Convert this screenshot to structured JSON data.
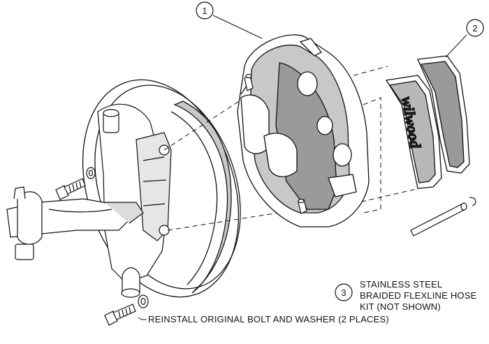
{
  "callouts": [
    {
      "number": "1",
      "part": "caliper"
    },
    {
      "number": "2",
      "part": "brake-pads"
    },
    {
      "number": "3",
      "part": "flexline-hose-kit"
    }
  ],
  "notes": {
    "hose_kit": [
      "STAINLESS STEEL",
      "BRAIDED FLEXLINE HOSE",
      "KIT (NOT SHOWN)"
    ],
    "reinstall": "REINSTALL ORIGINAL BOLT AND WASHER (2 PLACES)"
  },
  "pad_logo": "wilwood",
  "colors": {
    "line": "#111111",
    "shade": "#c8c8c8",
    "dark_shade": "#9a9a9a",
    "background": "#ffffff"
  }
}
